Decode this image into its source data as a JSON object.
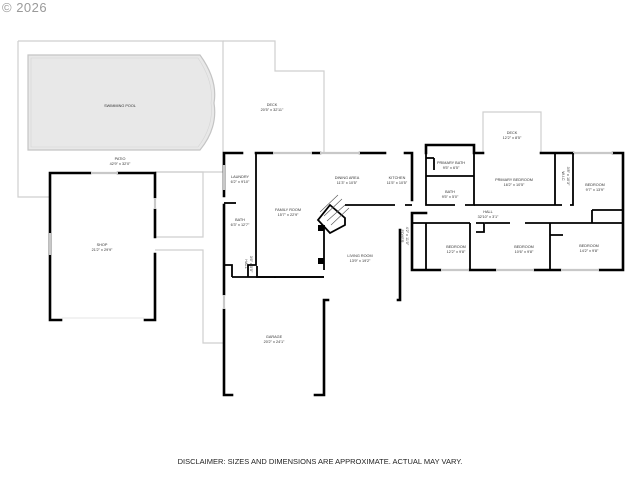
{
  "copyright": "© 2026",
  "disclaimer": "DISCLAIMER: SIZES AND DIMENSIONS ARE APPROXIMATE. ACTUAL MAY VARY.",
  "rooms": {
    "pool": {
      "name": "SWIMMING POOL",
      "size": ""
    },
    "patio": {
      "name": "PATIO",
      "size": "42'9\" x 32'0\""
    },
    "deck_left": {
      "name": "DECK",
      "size": "20'5\" x 32'11\""
    },
    "shop": {
      "name": "SHOP",
      "size": "21'2\" x 29'9\""
    },
    "laundry": {
      "name": "LAUNDRY",
      "size": "6'2\" x 9'10\""
    },
    "bath_left": {
      "name": "BATH",
      "size": "6'3\" x 12'7\""
    },
    "hall_left": {
      "name": "HALL",
      "size": "3'6\" x 5'5\""
    },
    "family_room": {
      "name": "FAMILY ROOM",
      "size": "15'7\" x 22'9\""
    },
    "dining_area": {
      "name": "DINING AREA",
      "size": "11'3\" x 10'5\""
    },
    "kitchen": {
      "name": "KITCHEN",
      "size": "11'5\" x 10'5\""
    },
    "living_room": {
      "name": "LIVING ROOM",
      "size": "13'9\" x 19'2\""
    },
    "foyer": {
      "name": "FOYER",
      "size": "4'2\" x 11'0\""
    },
    "garage": {
      "name": "GARAGE",
      "size": "20'2\" x 24'1\""
    },
    "deck_right": {
      "name": "DECK",
      "size": "12'2\" x 8'5\""
    },
    "primary_bath": {
      "name": "PRIMARY BATH",
      "size": "9'5\" x 6'5\""
    },
    "bath_right": {
      "name": "BATH",
      "size": "9'5\" x 5'0\""
    },
    "primary_bedroom": {
      "name": "PRIMARY BEDROOM",
      "size": "16'2\" x 10'5\""
    },
    "wic": {
      "name": "W.I.C",
      "size": "3'8\" x 10'3\""
    },
    "bedroom_ne": {
      "name": "BEDROOM",
      "size": "9'7\" x 13'9\""
    },
    "hall_right": {
      "name": "HALL",
      "size": "32'10\" x 3'1\""
    },
    "bedroom_1": {
      "name": "BEDROOM",
      "size": "12'2\" x 9'8\""
    },
    "bedroom_2": {
      "name": "BEDROOM",
      "size": "10'6\" x 9'8\""
    },
    "bedroom_3": {
      "name": "BEDROOM",
      "size": "14'2\" x 9'8\""
    }
  }
}
